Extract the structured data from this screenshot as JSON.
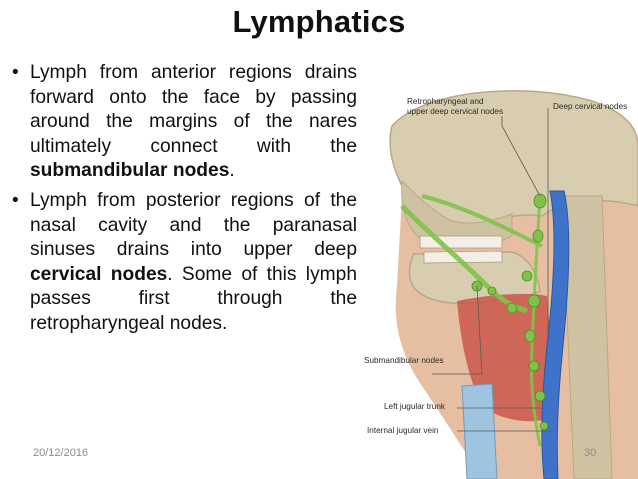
{
  "slide": {
    "title": "Lymphatics",
    "date": "20/12/2016",
    "page_number": "30"
  },
  "bullets": [
    {
      "marker": "•",
      "text_before": "Lymph from anterior regions drains forward onto the face by passing around the margins of the nares ultimately connect with the ",
      "bold": "submandibular nodes",
      "text_after": "."
    },
    {
      "marker": "•",
      "text_before": "Lymph from posterior regions of the nasal cavity and the paranasal sinuses drains into upper deep ",
      "bold": "cervical nodes",
      "text_after": ". Some of this lymph passes first through the retropharyngeal nodes."
    }
  ],
  "figure": {
    "labels": {
      "retropharyngeal": "Retropharyngeal and\nupper deep cervical nodes",
      "deep_cervical": "Deep cervical nodes",
      "submandibular": "Submandibular nodes",
      "jugular_trunk": "Left jugular trunk",
      "jugular_vein": "Internal jugular vein"
    },
    "colors": {
      "bone": "#d9cdb0",
      "bone_shadow": "#b9a886",
      "skin": "#e6bfa2",
      "muscle": "#c9574a",
      "vein": "#3f73c9",
      "lymph": "#7fc24a",
      "leader": "#5a5a5a"
    }
  }
}
